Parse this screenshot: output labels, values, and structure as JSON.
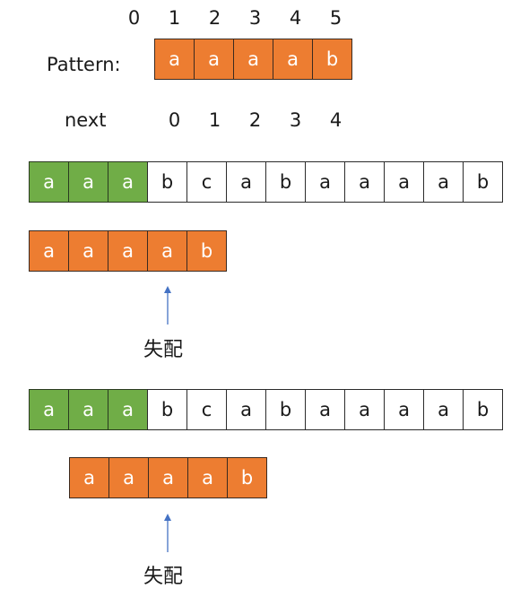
{
  "pattern_indices": [
    "0",
    "1",
    "2",
    "3",
    "4",
    "5"
  ],
  "pattern_label": "Pattern:",
  "pattern_chars": [
    "a",
    "a",
    "a",
    "a",
    "b"
  ],
  "next_label": "next",
  "next_values": [
    "0",
    "1",
    "2",
    "3",
    "4"
  ],
  "text_chars": [
    "a",
    "a",
    "a",
    "b",
    "c",
    "a",
    "b",
    "a",
    "a",
    "a",
    "a",
    "b"
  ],
  "text_matched_count": 3,
  "mismatch_note": "失配",
  "colors": {
    "pattern_fill": "#ED7D31",
    "matched_fill": "#70AD47",
    "arrow": "#4472C4"
  }
}
